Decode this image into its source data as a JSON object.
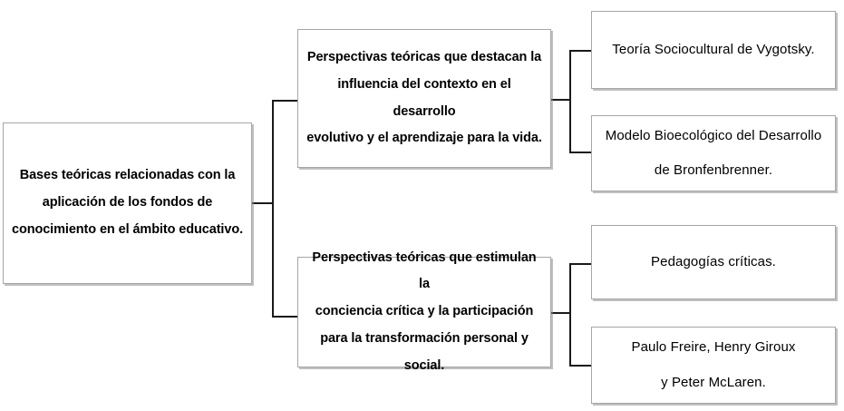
{
  "diagram": {
    "type": "hierarchy-tree",
    "orientation": "left-to-right",
    "levels": 3,
    "colors": {
      "background": "#ffffff",
      "box_border": "#a6a6a6",
      "box_fill": "#ffffff",
      "box_shadow": "#8c8c8c",
      "connector": "#1a1a1a",
      "text": "#000000"
    }
  },
  "root": {
    "label": "Bases teóricas relacionadas con la\naplicación de los fondos de\nconocimiento en el ámbito educativo."
  },
  "branches": [
    {
      "label": "Perspectivas teóricas que destacan la\ninfluencia del contexto en el desarrollo\nevolutivo y el aprendizaje para la vida.",
      "leaves": [
        {
          "label": "Teoría Sociocultural de Vygotsky."
        },
        {
          "label": "Modelo Bioecológico del Desarrollo\nde Bronfenbrenner."
        }
      ]
    },
    {
      "label": "Perspectivas teóricas que estimulan la\nconciencia crítica y la participación\npara la transformación personal y\nsocial.",
      "leaves": [
        {
          "label": "Pedagogías críticas."
        },
        {
          "label": "Paulo Freire, Henry Giroux\ny Peter McLaren."
        }
      ]
    }
  ]
}
